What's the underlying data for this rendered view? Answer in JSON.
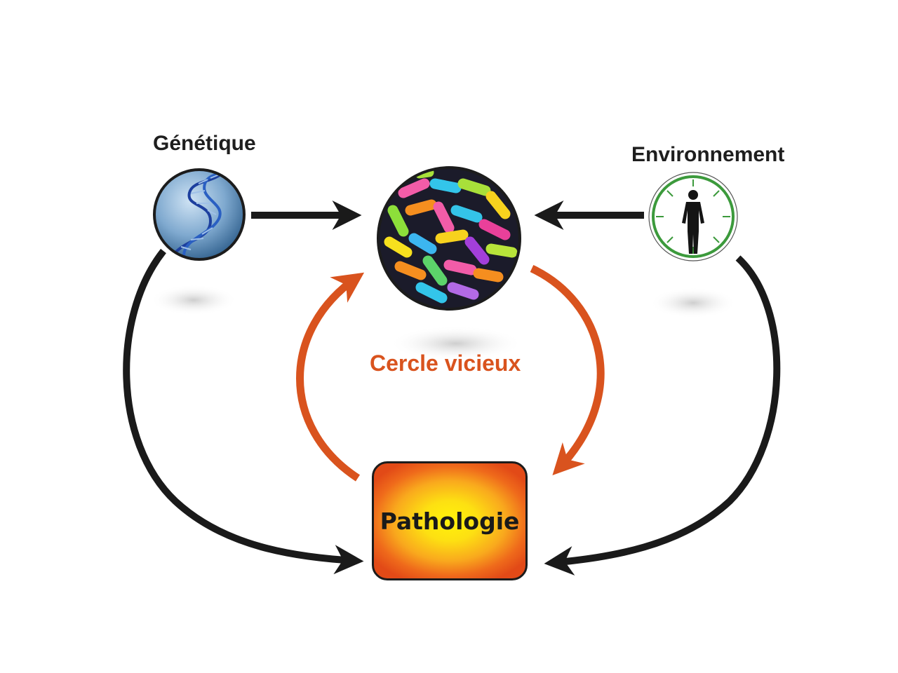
{
  "nodes": {
    "genetics": {
      "label": "Génétique",
      "icon": "dna-helix-icon"
    },
    "microbiota": {
      "icon": "bacteria-icon"
    },
    "environment": {
      "label": "Environnement",
      "icon": "human-figure-icon"
    },
    "pathology": {
      "label": "Pathologie"
    }
  },
  "cycle_label": "Cercle vicieux",
  "colors": {
    "arrow_black": "#1a1a1a",
    "cycle_orange": "#d9531e",
    "environment_green": "#3c9a3c",
    "pathology_center": "#fff20a",
    "pathology_edge": "#e24a17",
    "dna_blue": "#4f86b7"
  },
  "edges": [
    {
      "from": "genetics",
      "to": "microbiota",
      "color": "black"
    },
    {
      "from": "environment",
      "to": "microbiota",
      "color": "black"
    },
    {
      "from": "genetics",
      "to": "pathology",
      "color": "black"
    },
    {
      "from": "environment",
      "to": "pathology",
      "color": "black"
    },
    {
      "from": "microbiota",
      "to": "pathology",
      "color": "orange"
    },
    {
      "from": "pathology",
      "to": "microbiota",
      "color": "orange"
    }
  ]
}
